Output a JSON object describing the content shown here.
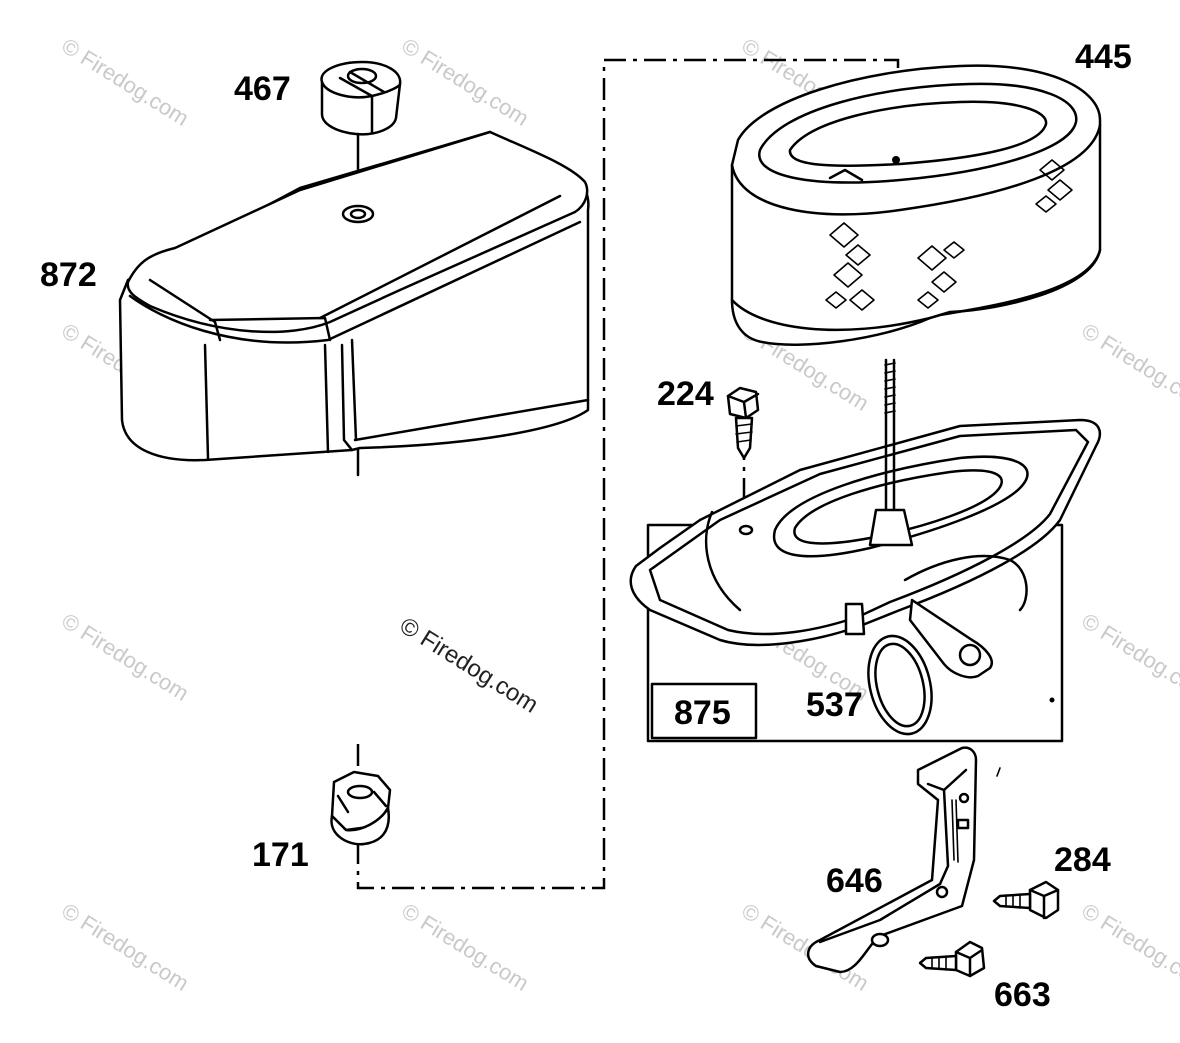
{
  "labels": {
    "p467": "467",
    "p872": "872",
    "p445": "445",
    "p224": "224",
    "p875": "875",
    "p537": "537",
    "p171": "171",
    "p646": "646",
    "p284": "284",
    "p663": "663"
  },
  "watermark": "© Firedog.com"
}
